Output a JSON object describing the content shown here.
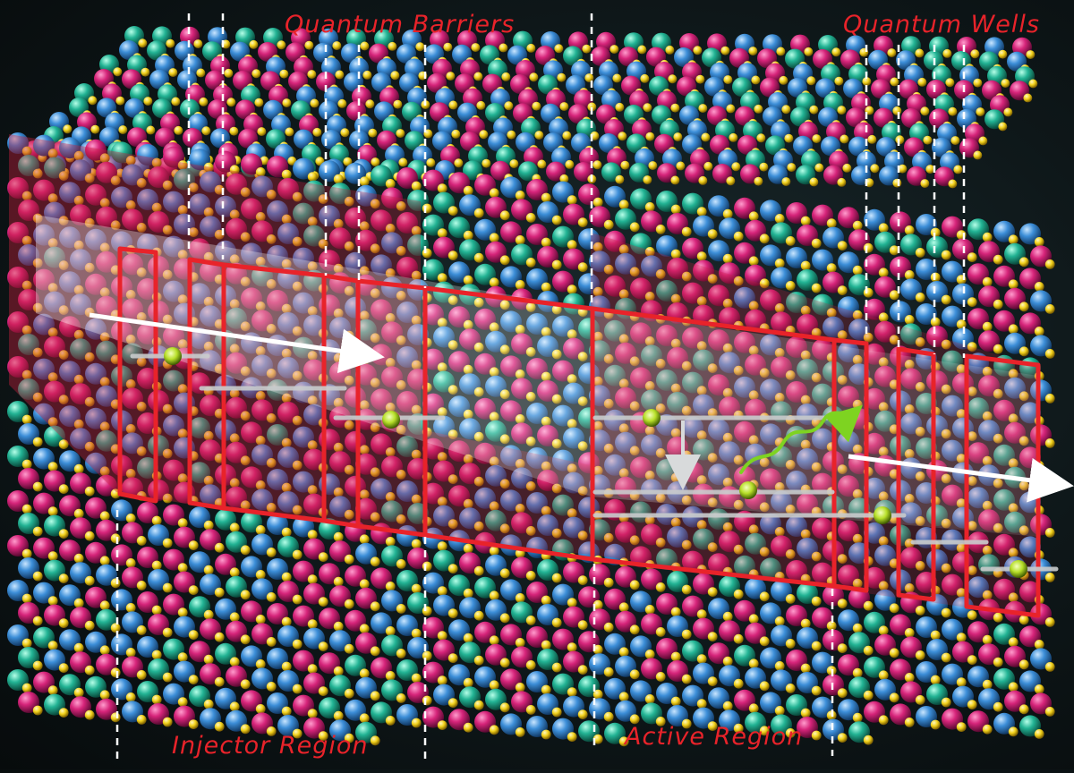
{
  "labels": {
    "quantum_barriers": "Quantum Barriers",
    "quantum_wells": "Quantum Wells",
    "injector_region": "Injector Region",
    "active_region": "Active Region"
  },
  "colors": {
    "label_red": "#e8232a",
    "barrier_outline": "#e8232a",
    "atom_magenta": "#d6247a",
    "atom_blue": "#3c8ed8",
    "atom_teal": "#22b394",
    "atom_yellow": "#f2d21c",
    "electron_green": "#b8e02a",
    "photon_green": "#7ed321",
    "level_gray": "#c9cccd",
    "arrow_white": "#ffffff",
    "background": "#0e1719"
  },
  "icons": [
    "atom-sphere",
    "electron-dot",
    "photon-wave",
    "transition-arrow"
  ]
}
